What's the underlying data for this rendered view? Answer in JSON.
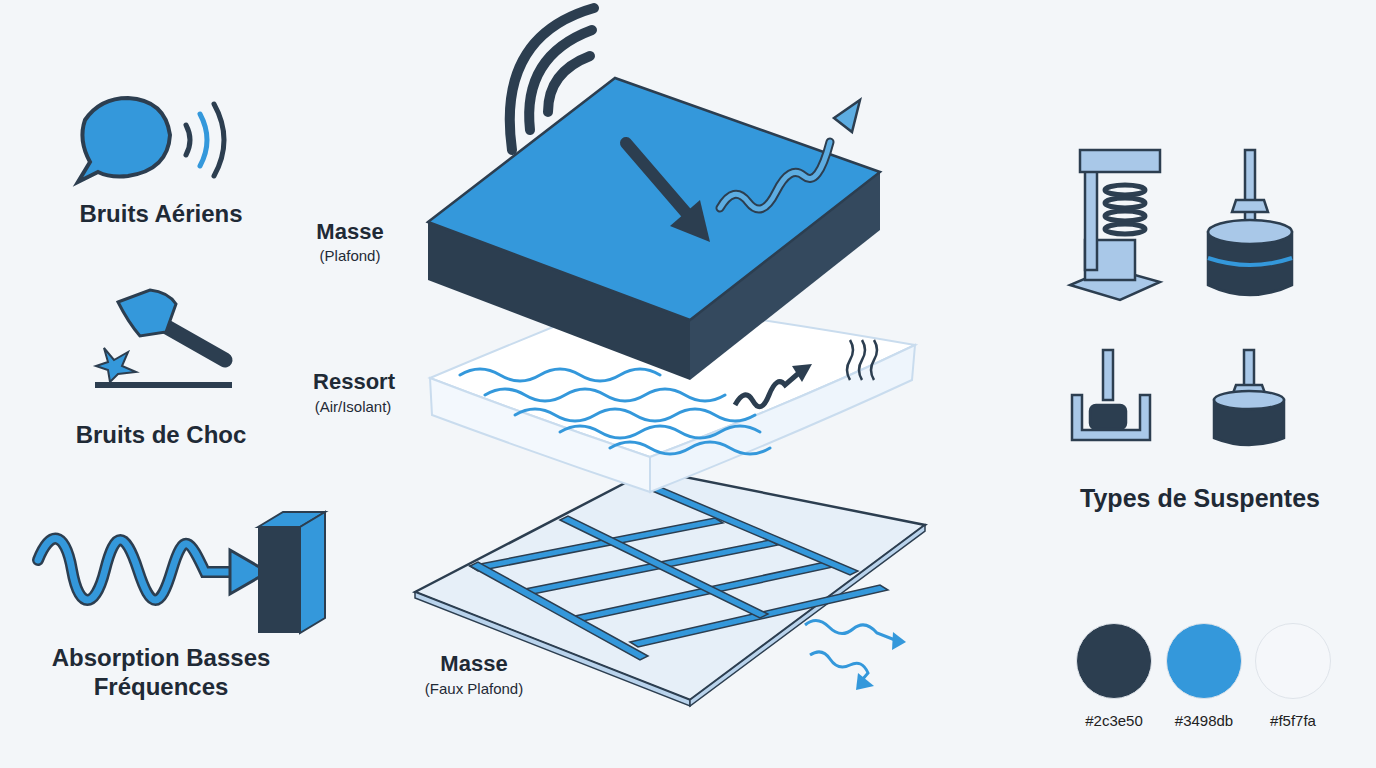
{
  "diagram": {
    "labels": [
      "Bruits Aériens",
      "Bruits de Choc",
      "Absorption Basses Fréquences",
      "Masse",
      "(Plafond)",
      "Ressort",
      "(Air/Isolant)",
      "Masse",
      "(Faux Plafond)",
      "Types de Suspentes"
    ],
    "legend": [
      {
        "text": "#2c3e50",
        "color": "#2c3e50"
      },
      {
        "text": "#3498db",
        "color": "#3498db"
      },
      {
        "text": "#f5f7fa",
        "color": "#f5f7fa"
      }
    ]
  }
}
